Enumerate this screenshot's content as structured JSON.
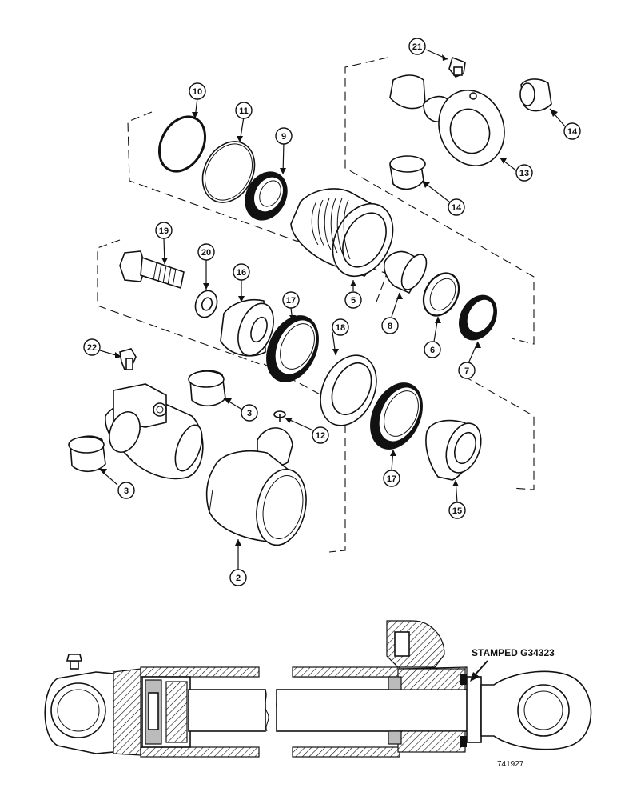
{
  "callouts": [
    {
      "label": "21"
    },
    {
      "label": "10"
    },
    {
      "label": "11"
    },
    {
      "label": "9"
    },
    {
      "label": "14"
    },
    {
      "label": "13"
    },
    {
      "label": "14"
    },
    {
      "label": "19"
    },
    {
      "label": "20"
    },
    {
      "label": "16"
    },
    {
      "label": "17"
    },
    {
      "label": "5"
    },
    {
      "label": "8"
    },
    {
      "label": "6"
    },
    {
      "label": "7"
    },
    {
      "label": "22"
    },
    {
      "label": "18"
    },
    {
      "label": "3"
    },
    {
      "label": "12"
    },
    {
      "label": "17"
    },
    {
      "label": "3"
    },
    {
      "label": "15"
    },
    {
      "label": "2"
    }
  ],
  "stamp_text": "STAMPED G34323",
  "figure_number": "741927"
}
